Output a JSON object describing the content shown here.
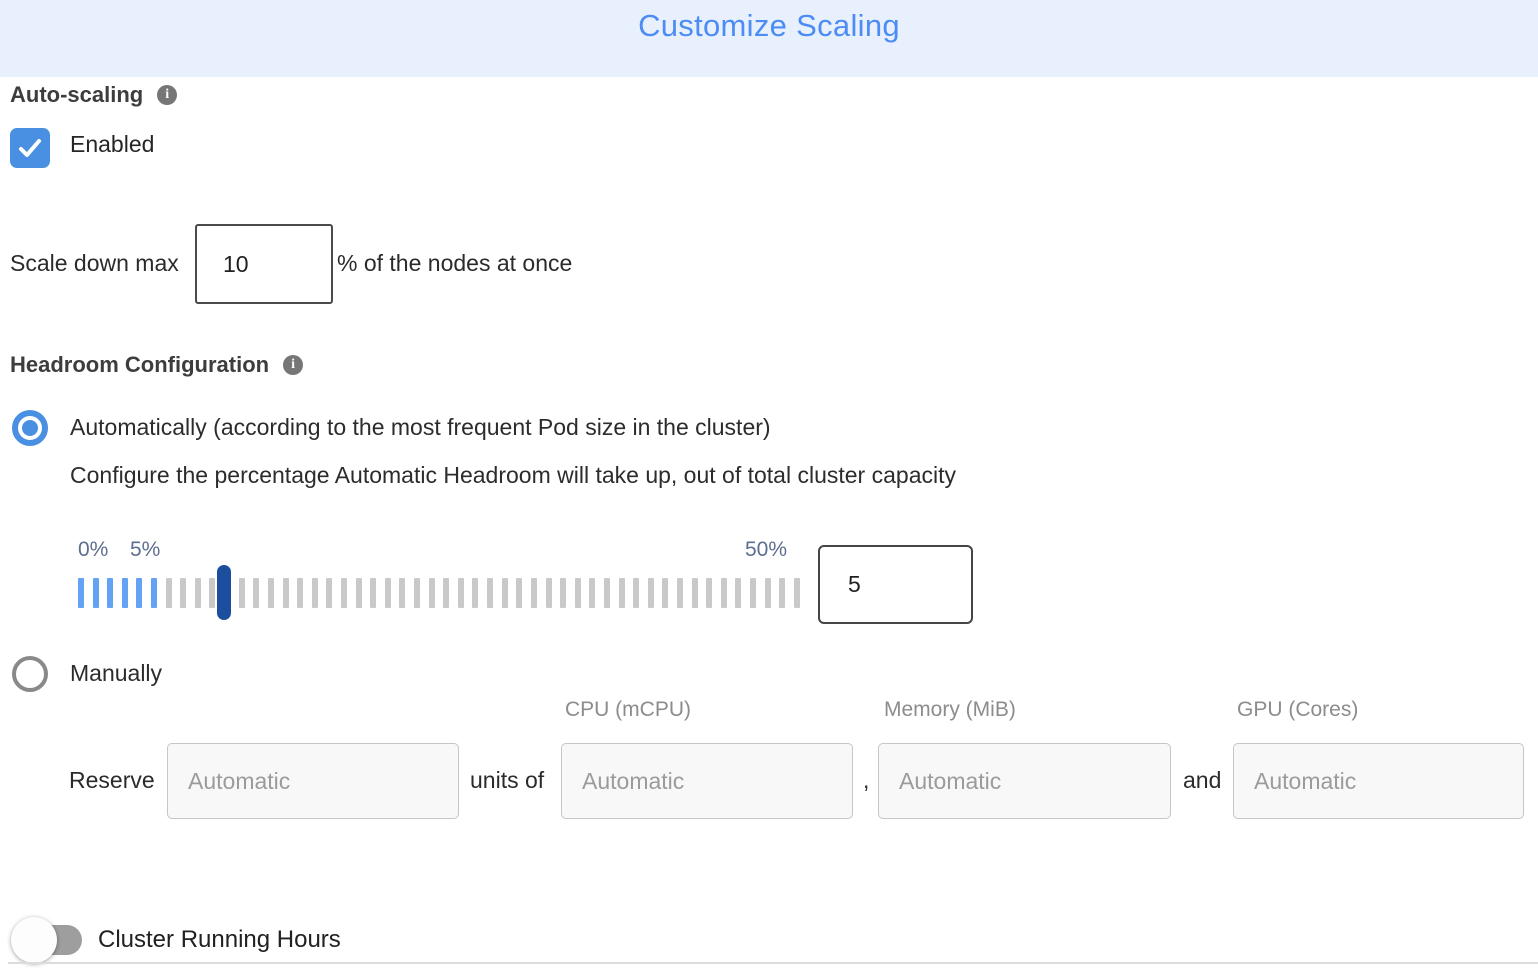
{
  "header": {
    "title": "Customize Scaling"
  },
  "auto_scaling": {
    "label": "Auto-scaling",
    "checkbox_checked": true,
    "enabled_label": "Enabled",
    "scale_down": {
      "prefix": "Scale down max",
      "value": "10",
      "suffix": "% of the nodes at once"
    }
  },
  "headroom": {
    "label": "Headroom Configuration",
    "automatic_option": {
      "selected": true,
      "label": "Automatically (according to the most frequent Pod size in the cluster)",
      "description": "Configure the percentage Automatic Headroom will take up, out of total cluster capacity"
    },
    "slider": {
      "min_label": "0%",
      "current_label": "5%",
      "max_label": "50%",
      "value": "5",
      "tick_count": 50,
      "active_ticks": 6,
      "handle_index": 5
    },
    "manual_option": {
      "selected": false,
      "label": "Manually"
    },
    "manual_fields": {
      "columns": [
        "CPU (mCPU)",
        "Memory (MiB)",
        "GPU (Cores)"
      ],
      "reserve_label": "Reserve",
      "units_of_label": "units of",
      "comma_label": ",",
      "and_label": "and",
      "placeholder": "Automatic"
    }
  },
  "cluster_running_hours": {
    "label": "Cluster Running Hours",
    "enabled": false
  },
  "colors": {
    "header_bg": "#e9f0fd",
    "title_blue": "#4b8cf5",
    "accent_blue": "#4a90e2",
    "slider_handle_navy": "#1d4e9e",
    "tick_active_blue": "#64a2f3",
    "tick_inactive_grey": "#c9c9c9",
    "disabled_input_bg": "#f8f8f8"
  }
}
